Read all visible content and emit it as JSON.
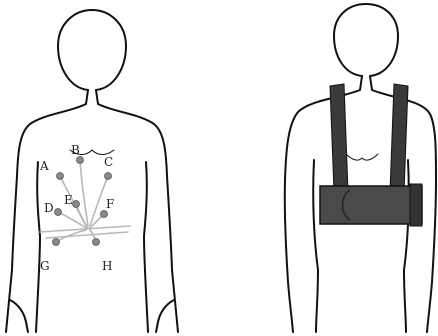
{
  "figure": {
    "left_panel": {
      "electrode_labels": [
        "A",
        "B",
        "C",
        "D",
        "E",
        "F",
        "G",
        "H"
      ]
    },
    "right_panel": {
      "device": "harness-with-shoulder-straps-and-waist-belt"
    },
    "colors": {
      "outline": "#111111",
      "belt": "#4a4a4a",
      "strap": "#3a3a3a",
      "electrode": "#8a8a8a",
      "wire": "#b8b8b8"
    }
  }
}
